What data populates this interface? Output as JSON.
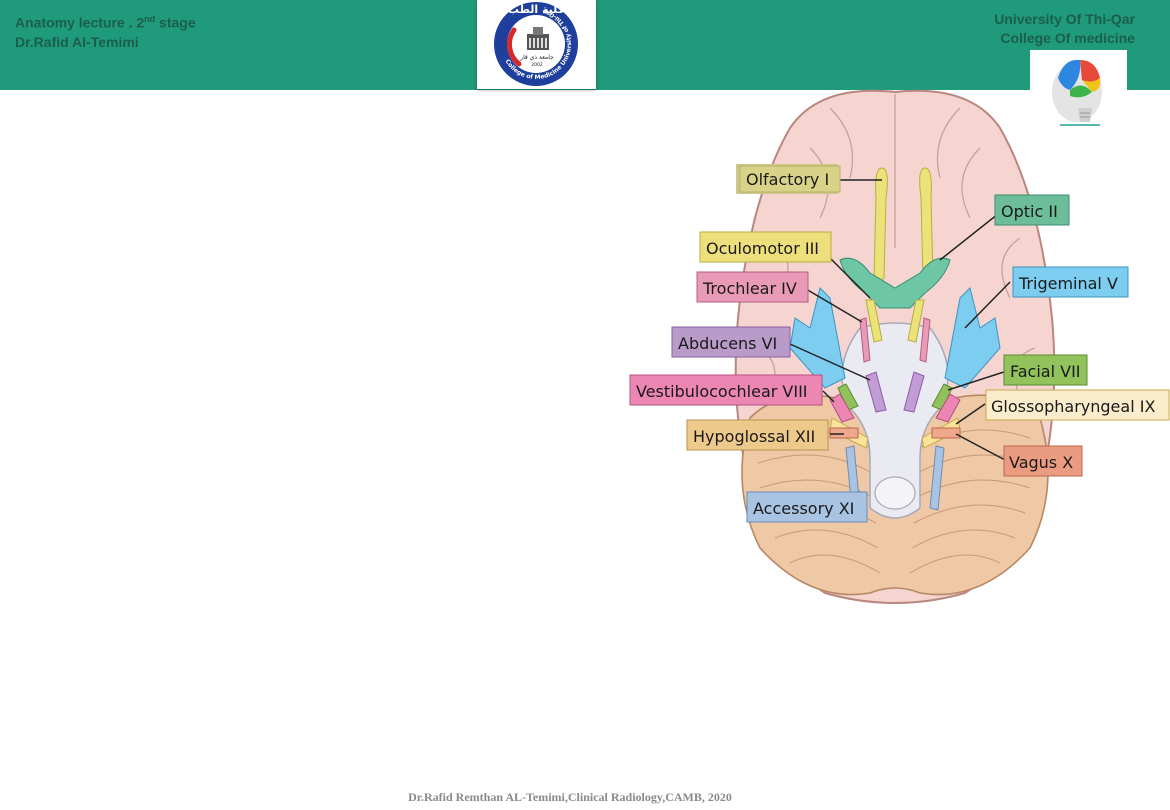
{
  "header": {
    "left_line1_prefix": "Anatomy lecture . 2",
    "left_line1_sup": "nd",
    "left_line1_suffix": " stage",
    "left_line2": "Dr.Rafid Al-Temimi",
    "right_line1": "University Of Thi-Qar",
    "right_line2": "College Of  medicine",
    "logo_arabic_top": "كلية الطب",
    "logo_arabic_mid": "جامعة ذي قار",
    "logo_year": "2002",
    "logo_ring_text": "College of Medicine University of Thi-Qar",
    "bg_color": "#1f9a7a"
  },
  "figure": {
    "nerves": [
      {
        "label": "Olfactory I",
        "color": "#d9d38a"
      },
      {
        "label": "Optic II",
        "color": "#6dbd9a"
      },
      {
        "label": "Oculomotor III",
        "color": "#ecdf7c"
      },
      {
        "label": "Trochlear IV",
        "color": "#e99ab6"
      },
      {
        "label": "Trigeminal V",
        "color": "#7ccdf0"
      },
      {
        "label": "Abducens VI",
        "color": "#b89bc9"
      },
      {
        "label": "Facial VII",
        "color": "#92c25c"
      },
      {
        "label": "Vestibulocochlear VIII",
        "color": "#ec86b3"
      },
      {
        "label": "Glossopharyngeal IX",
        "color": "#fbeccb"
      },
      {
        "label": "Hypoglossal XII",
        "color": "#edc98b"
      },
      {
        "label": "Vagus X",
        "color": "#eb9b80"
      },
      {
        "label": "Accessory XI",
        "color": "#a9c3e2"
      }
    ]
  },
  "footer": {
    "text": "Dr.Rafid Remthan AL-Temimi,Clinical Radiology,CAMB, 2020"
  }
}
